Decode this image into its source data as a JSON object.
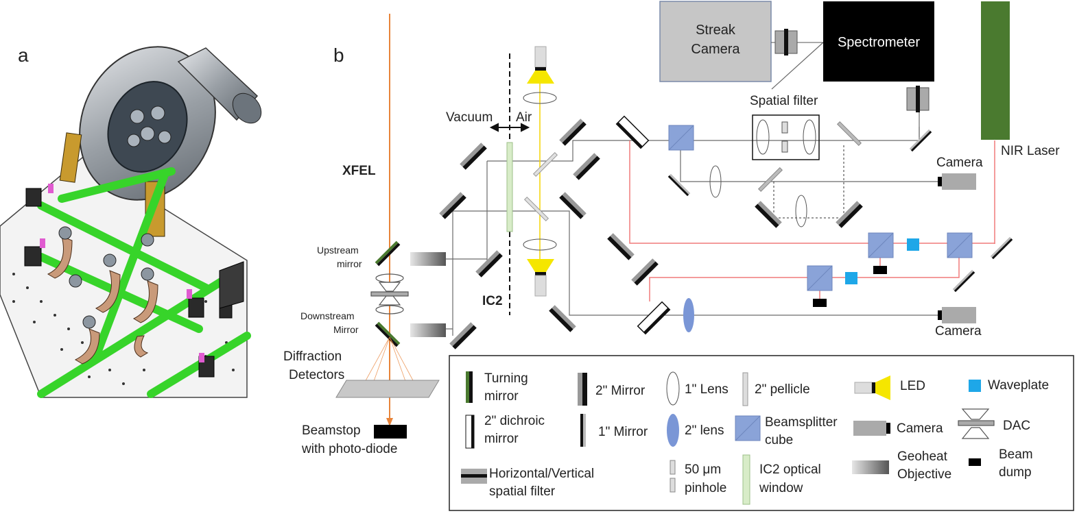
{
  "panels": {
    "a": "a",
    "b": "b"
  },
  "labels": {
    "xfel": "XFEL",
    "vacuum": "Vacuum",
    "air": "Air",
    "ic2": "IC2",
    "upstream_mirror_1": "Upstream",
    "upstream_mirror_2": "mirror",
    "downstream_mirror_1": "Downstream",
    "downstream_mirror_2": "Mirror",
    "diffraction_detectors_1": "Diffraction",
    "diffraction_detectors_2": "Detectors",
    "beamstop_1": "Beamstop",
    "beamstop_2": "with photo-diode",
    "spatial_filter": "Spatial filter",
    "camera_top": "Camera",
    "camera_bottom": "Camera",
    "nir_laser": "NIR Laser",
    "streak_camera_1": "Streak",
    "streak_camera_2": "Camera",
    "spectrometer": "Spectrometer"
  },
  "legend": {
    "turning_mirror_1": "Turning",
    "turning_mirror_2": "mirror",
    "dichroic_mirror_1": "2\" dichroic",
    "dichroic_mirror_2": "mirror",
    "two_inch_mirror": "2\" Mirror",
    "one_inch_mirror": "1\" Mirror",
    "one_inch_lens": "1\" Lens",
    "two_inch_lens": "2\" lens",
    "two_inch_pellicle": "2\" pellicle",
    "beamsplitter_1": "Beamsplitter",
    "beamsplitter_2": "cube",
    "led": "LED",
    "camera": "Camera",
    "geoheat_1": "Geoheat",
    "geoheat_2": "Objective",
    "waveplate": "Waveplate",
    "dac": "DAC",
    "beam_dump_1": "Beam",
    "beam_dump_2": "dump",
    "hv_filter_1": "Horizontal/Vertical",
    "hv_filter_2": "spatial filter",
    "pinhole_1": "50 μm",
    "pinhole_2": "pinhole",
    "ic2_window_1": "IC2 optical",
    "ic2_window_2": "window"
  },
  "colors": {
    "xfel_beam": "#e8843a",
    "green_beam": "#37d42a",
    "nir_laser": "#4a7a2f",
    "red_beam": "#f07a7a",
    "beamsplitter": "#8aa3d8",
    "waveplate": "#1ea7e8",
    "led": "#f5e600",
    "lens_blue": "#7a96d6",
    "streak_box": "#c6c6c6",
    "spectrometer_box": "#000000",
    "ic2_window": "#d8ecc8"
  }
}
